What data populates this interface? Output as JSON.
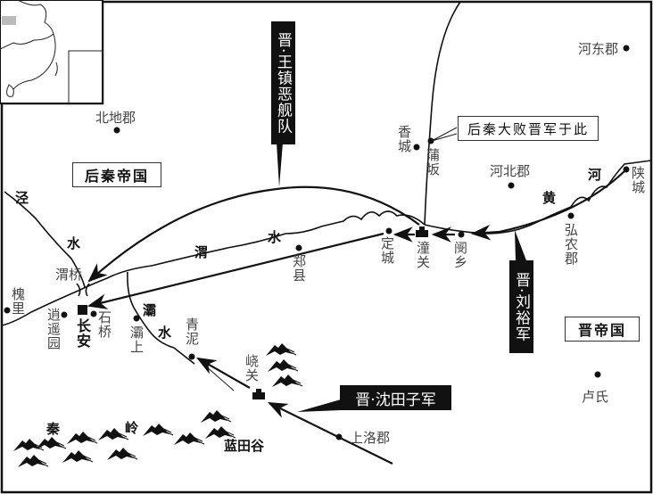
{
  "states": {
    "later_qin": "后秦帝国",
    "jin": "晋帝国"
  },
  "armies": {
    "wang_zhen_e": "晋·王镇恶舰队",
    "liu_yu": "晋·刘裕军",
    "shen_tianzi": "晋·沈田子军"
  },
  "callout": "后秦大败晋军于此",
  "places": {
    "beidi": "北地郡",
    "hedong": "河东郡",
    "xiangcheng": "香城",
    "puban": "蒲坂",
    "hebei": "河北郡",
    "shancheng": "陕城",
    "hongnong": "弘农郡",
    "wenxiang": "阌乡",
    "tongguan": "潼关",
    "dingcheng": "定城",
    "zhengxian": "郑县",
    "weiqiao": "渭桥",
    "huaili": "槐里",
    "xiaoyaoyuan": "逍遥园",
    "changan": "长安",
    "shiqiao": "石桥",
    "bashang": "灞上",
    "qingni": "青泥",
    "yaoguan": "峣关",
    "shangluo": "上洛郡",
    "lushi": "卢氏",
    "lantiangu": "蓝田谷"
  },
  "rivers": {
    "jing1": "泾",
    "jing2": "水",
    "wei1": "渭",
    "wei2": "水",
    "ba1": "灞",
    "ba2": "水",
    "huang1": "黄",
    "huang2": "河"
  },
  "mountains": {
    "qin": "秦",
    "ling": "岭"
  }
}
